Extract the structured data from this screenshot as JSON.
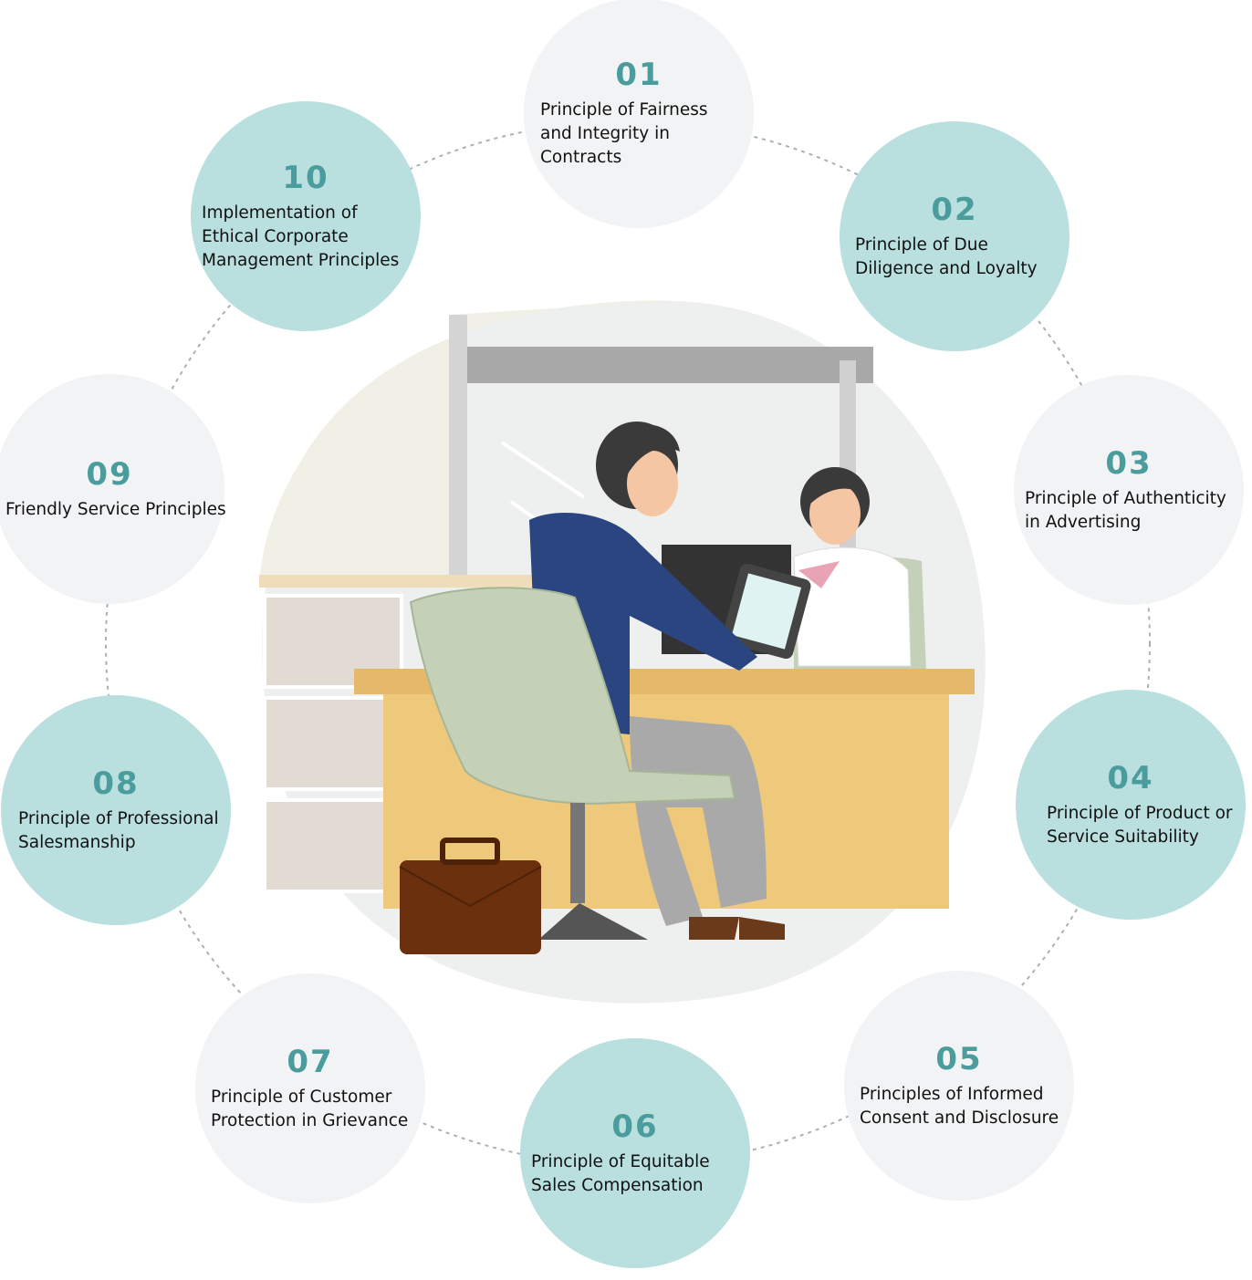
{
  "colors": {
    "teal": "#b9e0df",
    "gray": "#f2f3f4",
    "number": "#4a9d9c",
    "ring": "#a9b2b2"
  },
  "principles": [
    {
      "number": "01",
      "label": "Principle of Fairness and Integrity in Contracts",
      "style": "gray"
    },
    {
      "number": "02",
      "label": "Principle of Due Diligence and Loyalty",
      "style": "teal"
    },
    {
      "number": "03",
      "label": "Principle of Authenticity in Advertising",
      "style": "gray"
    },
    {
      "number": "04",
      "label": "Principle of Product or Service Suitability",
      "style": "teal"
    },
    {
      "number": "05",
      "label": "Principles of Informed Consent and Disclosure",
      "style": "gray"
    },
    {
      "number": "06",
      "label": "Principle of Equitable Sales Compensation",
      "style": "teal"
    },
    {
      "number": "07",
      "label": "Principle of Customer Protection in Grievance",
      "style": "gray"
    },
    {
      "number": "08",
      "label": "Principle of Professional Salesmanship",
      "style": "teal"
    },
    {
      "number": "09",
      "label": "Friendly Service Principles",
      "style": "gray"
    },
    {
      "number": "10",
      "label": "Implementation of Ethical Corporate Management Principles",
      "style": "teal"
    }
  ]
}
